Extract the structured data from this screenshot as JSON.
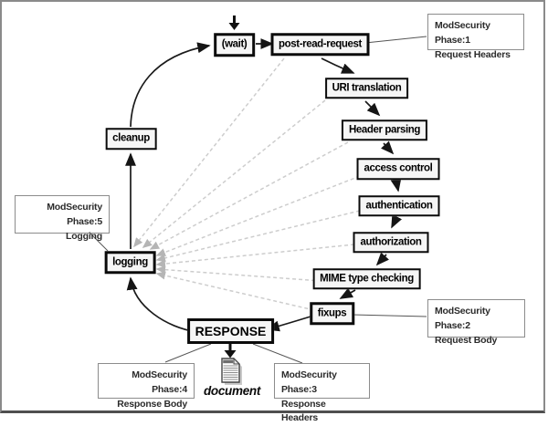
{
  "nodes": {
    "wait": {
      "label": "(wait)"
    },
    "post_read_request": {
      "label": "post-read-request"
    },
    "uri_translation": {
      "label": "URI translation"
    },
    "header_parsing": {
      "label": "Header parsing"
    },
    "access_control": {
      "label": "access control"
    },
    "authentication": {
      "label": "authentication"
    },
    "authorization": {
      "label": "authorization"
    },
    "mime_type_checking": {
      "label": "MIME type checking"
    },
    "fixups": {
      "label": "fixups"
    },
    "response": {
      "label": "RESPONSE"
    },
    "logging": {
      "label": "logging"
    },
    "cleanup": {
      "label": "cleanup"
    }
  },
  "annotations": {
    "phase1": {
      "line1": "ModSecurity Phase:1",
      "line2": "Request Headers"
    },
    "phase2": {
      "line1": "ModSecurity Phase:2",
      "line2": "Request Body"
    },
    "phase3": {
      "line1": "ModSecurity Phase:3",
      "line2": "Response Headers"
    },
    "phase4": {
      "line1": "ModSecurity Phase:4",
      "line2": "Response Body"
    },
    "phase5": {
      "line1": "ModSecurity Phase:5",
      "line2": "Logging"
    }
  },
  "document_label": "document",
  "colors": {
    "box_border": "#0b0b0b",
    "box_fill": "#f6f6f6",
    "solid_line": "#1a1a1a",
    "dashed_line": "#cdcdcd",
    "dashed_arrowhead": "#b5b5b5",
    "annotation_border": "#8c8c8c",
    "frame_border": "#8a8a8a"
  }
}
